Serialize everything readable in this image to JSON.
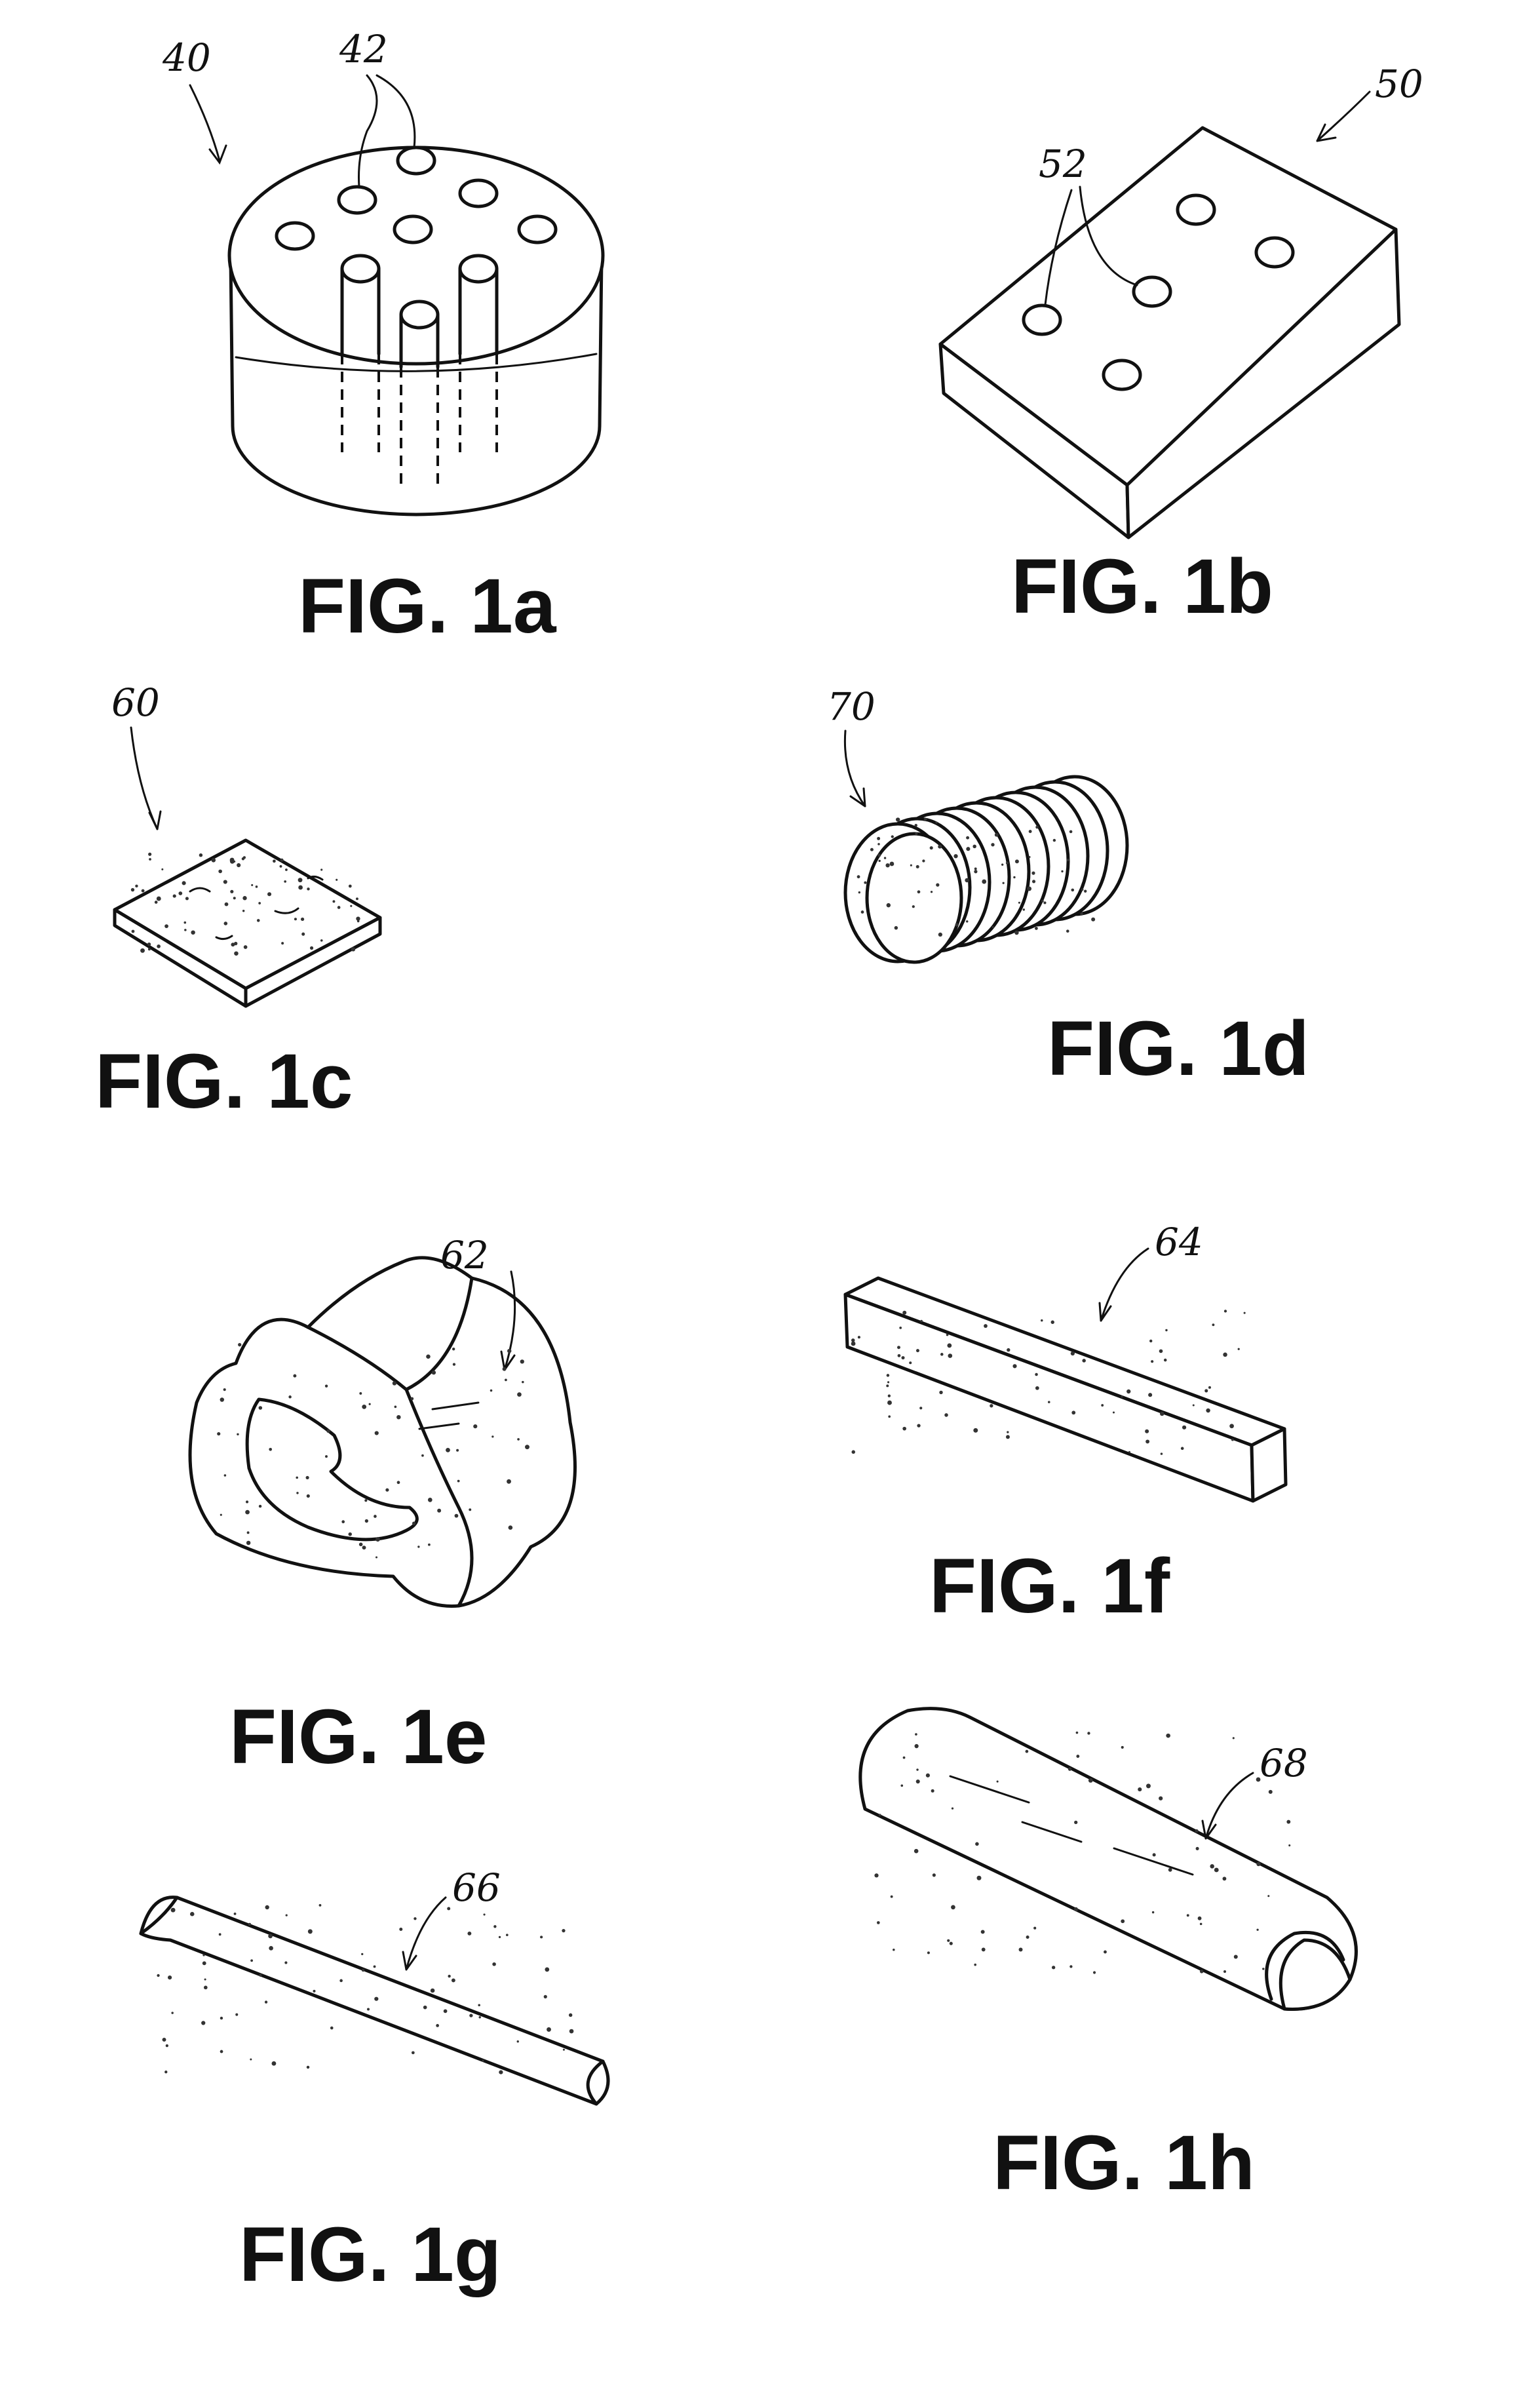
{
  "figures": [
    {
      "id": "1a",
      "caption": "FIG. 1a",
      "refs": [
        "40",
        "42"
      ]
    },
    {
      "id": "1b",
      "caption": "FIG. 1b",
      "refs": [
        "50",
        "52"
      ]
    },
    {
      "id": "1c",
      "caption": "FIG. 1c",
      "refs": [
        "60"
      ]
    },
    {
      "id": "1d",
      "caption": "FIG. 1d",
      "refs": [
        "70"
      ]
    },
    {
      "id": "1e",
      "caption": "FIG. 1e",
      "refs": [
        "62"
      ]
    },
    {
      "id": "1f",
      "caption": "FIG. 1f",
      "refs": [
        "64"
      ]
    },
    {
      "id": "1g",
      "caption": "FIG. 1g",
      "refs": [
        "66"
      ]
    },
    {
      "id": "1h",
      "caption": "FIG. 1h",
      "refs": [
        "68"
      ]
    }
  ]
}
